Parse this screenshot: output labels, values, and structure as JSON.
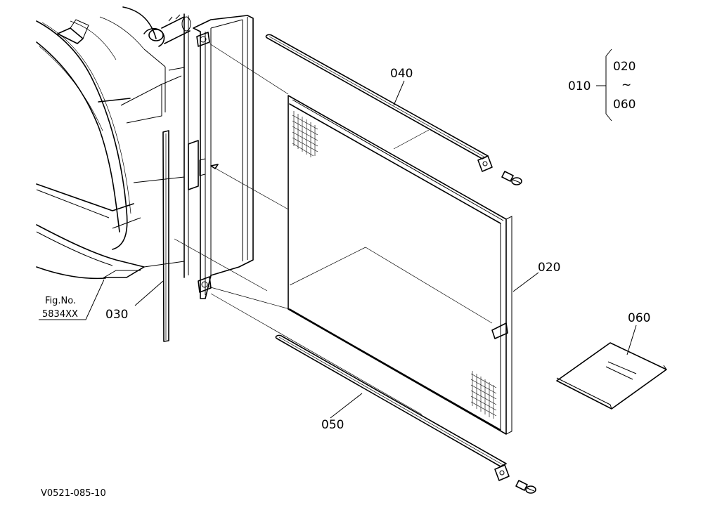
{
  "drawing_id": "V0521-085-10",
  "fig_ref": {
    "line1": "Fig.No.",
    "line2": "5834XX"
  },
  "assembly": {
    "label": "010",
    "range_start": "020",
    "range_tilde": "~",
    "range_end": "060"
  },
  "parts": [
    {
      "label": "020"
    },
    {
      "label": "030"
    },
    {
      "label": "040"
    },
    {
      "label": "050"
    },
    {
      "label": "060"
    }
  ]
}
